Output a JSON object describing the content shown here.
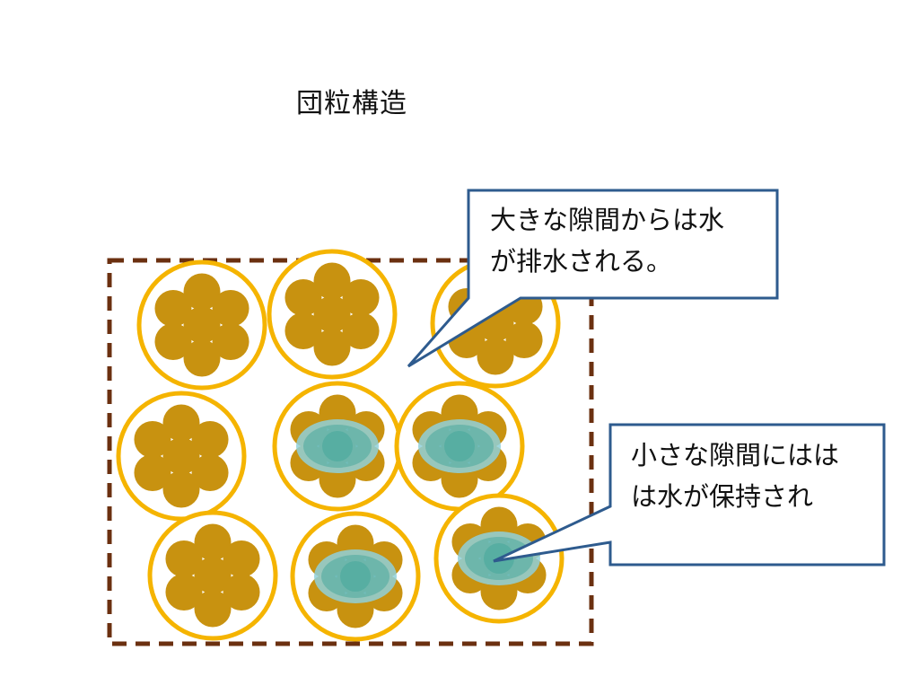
{
  "title": "団粒構造",
  "callouts": {
    "large_gaps": {
      "lines": [
        "大きな隙間からは水",
        "が排水される。"
      ]
    },
    "small_gaps": {
      "lines": [
        "小さな隙間にはは",
        "は水が保持され"
      ]
    }
  },
  "colors": {
    "particle": "#c89210",
    "aggregate_ring": "#f5b400",
    "water": "#8fd0da",
    "water_core": "#4aa89c",
    "boundary": "#6b3010",
    "callout_border": "#2e5b8e"
  },
  "aggregates": [
    {
      "id": "r1c1",
      "holds_water": false
    },
    {
      "id": "r1c2",
      "holds_water": false
    },
    {
      "id": "r1c3",
      "holds_water": false
    },
    {
      "id": "r2c1",
      "holds_water": false
    },
    {
      "id": "r2c2",
      "holds_water": true
    },
    {
      "id": "r2c3",
      "holds_water": true
    },
    {
      "id": "r3c1",
      "holds_water": false
    },
    {
      "id": "r3c2",
      "holds_water": true
    },
    {
      "id": "r3c3",
      "holds_water": true
    }
  ]
}
